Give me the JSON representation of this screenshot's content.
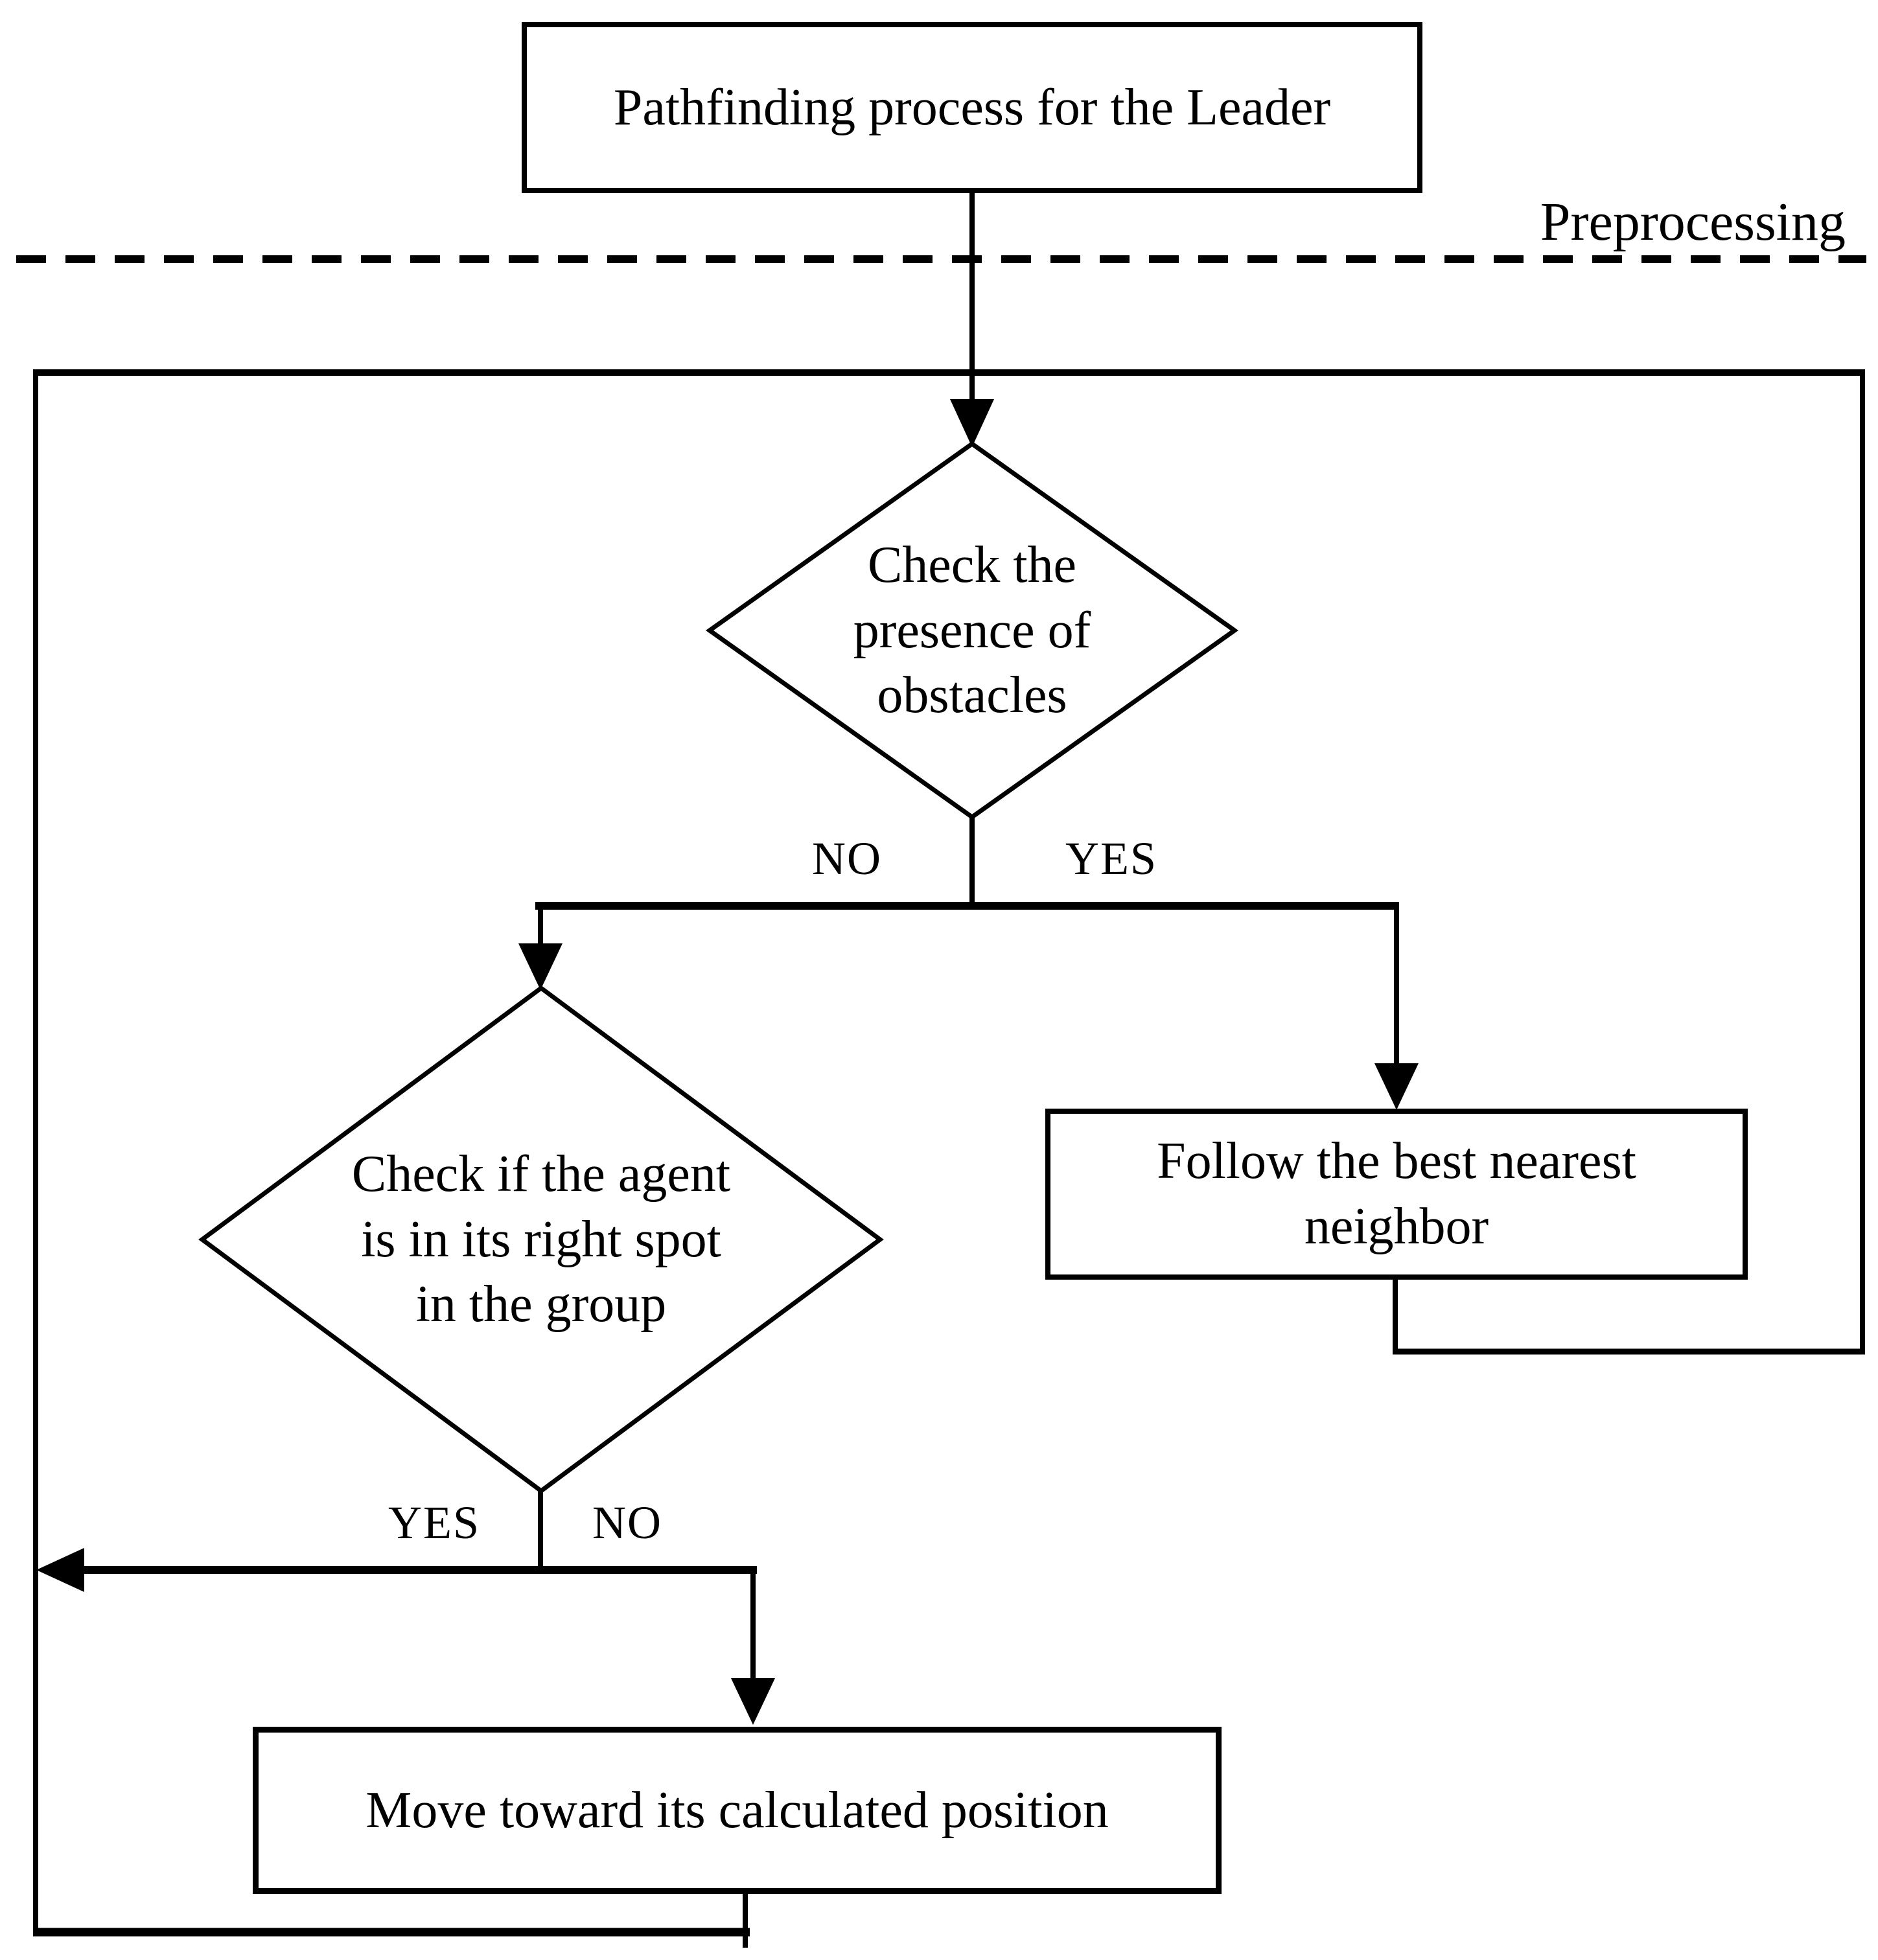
{
  "page": {
    "background": "#ffffff",
    "line_color": "#000000"
  },
  "annotations": {
    "phase": "Preprocessing"
  },
  "nodes": {
    "start": {
      "label": "Pathfinding process for the Leader"
    },
    "decision_obstacles": {
      "line1": "Check the",
      "line2": "presence of",
      "line3": "obstacles"
    },
    "decision_spot": {
      "line1": "Check if the agent",
      "line2": "is in its right spot",
      "line3": "in the group"
    },
    "follow_neighbor": {
      "line1": "Follow the best nearest",
      "line2": "neighbor"
    },
    "move_position": {
      "label": "Move toward its calculated position"
    }
  },
  "edge_labels": {
    "obstacles_no": "NO",
    "obstacles_yes": "YES",
    "spot_yes": "YES",
    "spot_no": "NO"
  }
}
